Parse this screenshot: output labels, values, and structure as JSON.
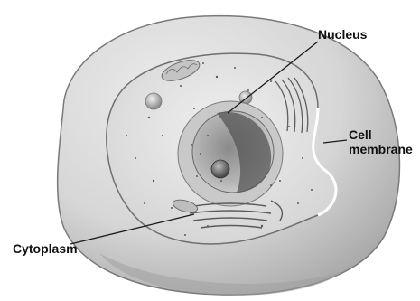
{
  "labels": {
    "nucleus": "Nucleus",
    "cell_membrane_line1": "Cell",
    "cell_membrane_line2": "membrane",
    "cytoplasm": "Cytoplasm"
  },
  "colors": {
    "outer_shell": "#d9d9d9",
    "cut_interior": "#e6e6e6",
    "nucleus": "#b0b0b0",
    "nucleolus": "#6f6f6f",
    "leader_line": "#1a1a1a",
    "label_text": "#111111"
  }
}
